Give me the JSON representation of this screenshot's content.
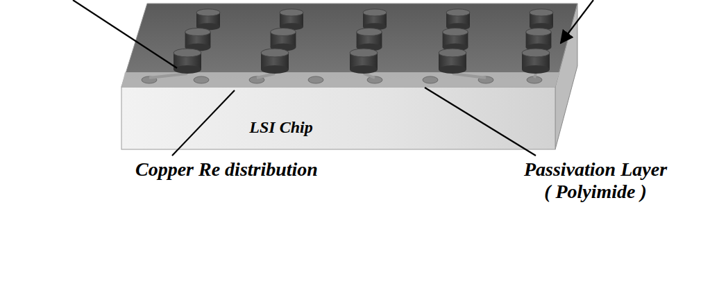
{
  "diagram": {
    "labels": [
      "LSI Chip",
      "Copper Re distribution",
      "Passivation Layer ( Polyimide )"
    ]
  }
}
